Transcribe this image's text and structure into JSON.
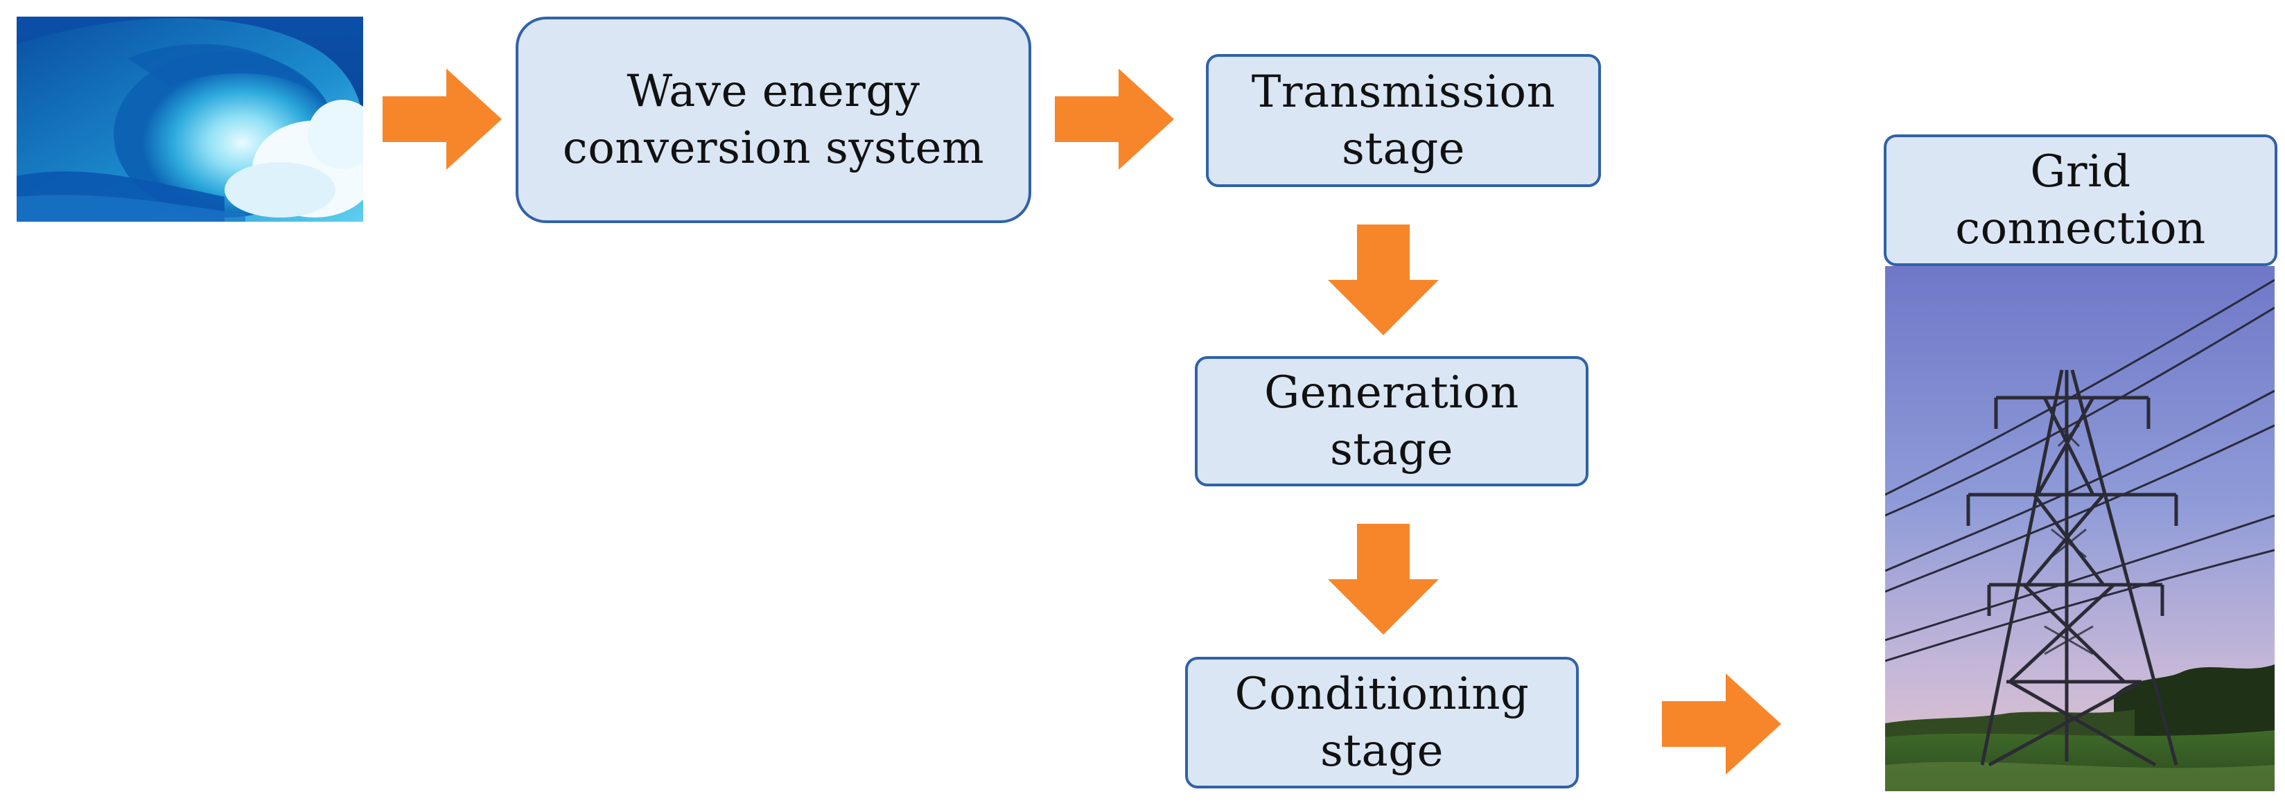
{
  "diagram": {
    "colors": {
      "arrow": "#f7862a",
      "box_fill": "#dae6f3",
      "box_border": "#2f62a8"
    },
    "images": {
      "wave": "ocean-wave-photo",
      "pylon": "transmission-tower-photo"
    },
    "boxes": {
      "wave_energy": {
        "line1": "Wave energy",
        "line2": "conversion system"
      },
      "transmission": {
        "line1": "Transmission",
        "line2": "stage"
      },
      "generation": {
        "line1": "Generation",
        "line2": "stage"
      },
      "conditioning": {
        "line1": "Conditioning",
        "line2": "stage"
      },
      "grid": {
        "line1": "Grid",
        "line2": "connection"
      }
    }
  }
}
